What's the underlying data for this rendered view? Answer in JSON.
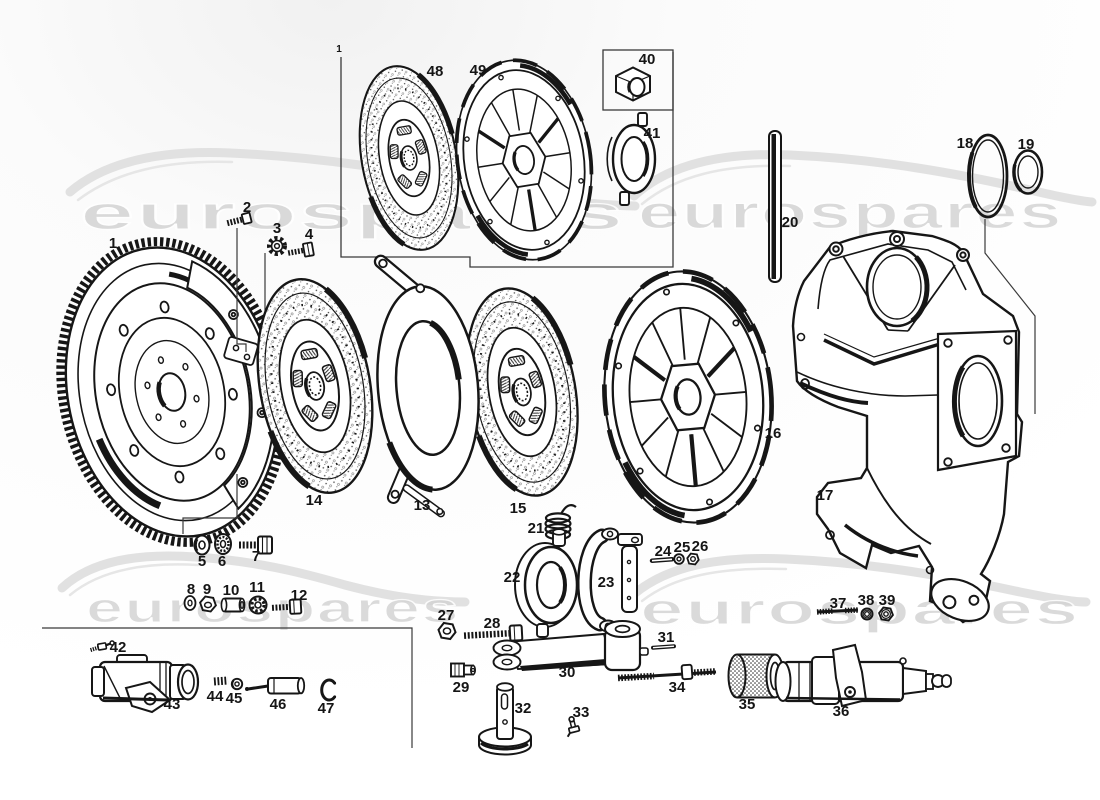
{
  "diagram": {
    "watermark": {
      "text": "eurospares"
    },
    "colors": {
      "ink": "#161616",
      "watermark": "#d4d4d4",
      "paper": "#ffffff"
    }
  },
  "callouts": {
    "1": "1",
    "2": "2",
    "3": "3",
    "4": "4",
    "5": "5",
    "6": "6",
    "7": "7",
    "8": "8",
    "9": "9",
    "10": "10",
    "11": "11",
    "12": "12",
    "13": "13",
    "14": "14",
    "15": "15",
    "16": "16",
    "17": "17",
    "18": "18",
    "19": "19",
    "20": "20",
    "21": "21",
    "22": "22",
    "23": "23",
    "24": "24",
    "25": "25",
    "26": "26",
    "27": "27",
    "28": "28",
    "29": "29",
    "30": "30",
    "31": "31",
    "32": "32",
    "33": "33",
    "34": "34",
    "35": "35",
    "36": "36",
    "37": "37",
    "38": "38",
    "39": "39",
    "40": "40",
    "41": "41",
    "42": "42",
    "43": "43",
    "44": "44",
    "45": "45",
    "46": "46",
    "47": "47",
    "48": "48",
    "49": "49",
    "inset1": "1"
  }
}
